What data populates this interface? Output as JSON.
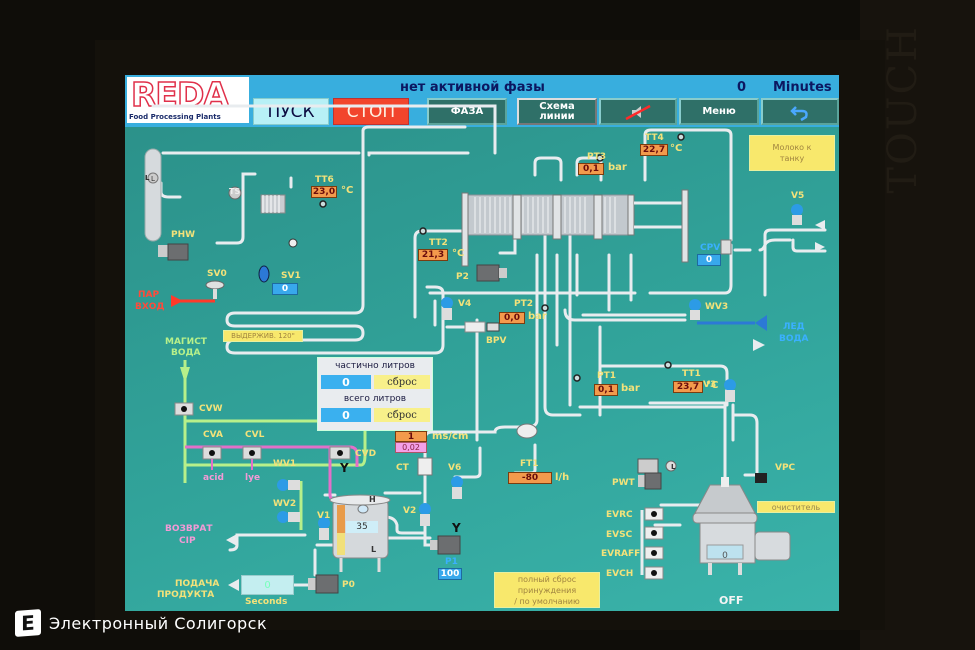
{
  "header": {
    "logo_text": "REDA",
    "logo_subtitle": "Food Processing Plants",
    "phase_status": "нет активной фазы",
    "minutes_value": "0",
    "minutes_label": "Minutes"
  },
  "toolbar": {
    "start_label": "ПУСК",
    "stop_label": "СТОП",
    "phase_label": "ФАЗА",
    "scheme_label_line1": "Схема",
    "scheme_label_line2": "линии",
    "mute_icon": "speaker-muted-icon",
    "menu_label": "Меню",
    "back_icon": "undo-arrow-icon"
  },
  "instruments": {
    "TT6": {
      "label": "TT6",
      "value": "23,0",
      "unit": "°C"
    },
    "TT4": {
      "label": "TT4",
      "value": "22,7",
      "unit": "°C"
    },
    "PT3": {
      "label": "PT3",
      "value": "0,1",
      "unit": "bar"
    },
    "TT2": {
      "label": "TT2",
      "value": "21,3",
      "unit": "°C"
    },
    "PT2": {
      "label": "PT2",
      "value": "0,0",
      "unit": "bar"
    },
    "PT1": {
      "label": "PT1",
      "value": "0,1",
      "unit": "bar"
    },
    "TT1": {
      "label": "TT1",
      "value": "23,7",
      "unit": "°C"
    },
    "FT1": {
      "label": "FT1",
      "value": "-80",
      "unit": "l/h"
    },
    "conductivity": {
      "value": "1",
      "setpoint": "0,02",
      "unit": "ms/cm"
    },
    "SV1": {
      "label": "SV1",
      "value": "0"
    },
    "CPV": {
      "label": "CPV",
      "value": "0"
    },
    "P1": {
      "label": "P1",
      "value": "100"
    },
    "tank_level": "35",
    "separator_value": "0",
    "product_seconds": {
      "value": "0",
      "unit": "Seconds"
    }
  },
  "labels": {
    "TS": "TS",
    "PHW": "PHW",
    "SV0": "SV0",
    "steam_in_line1": "ПАР",
    "steam_in_line2": "ВХОД",
    "main_water_line1": "МАГИСТ",
    "main_water_line2": "ВОДА",
    "CVW": "CVW",
    "CVA": "CVA",
    "CVL": "CVL",
    "CVD": "CVD",
    "acid": "acid",
    "lye": "lye",
    "drain_y1": "Y",
    "drain_y2": "Y",
    "WV1": "WV1",
    "WV2": "WV2",
    "V1": "V1",
    "V2": "V2",
    "V3": "V3",
    "V4": "V4",
    "V5": "V5",
    "V6": "V6",
    "WV3": "WV3",
    "BPV": "BPV",
    "P2": "P2",
    "P0": "P0",
    "CT": "CT",
    "PWT": "PWT",
    "VPC": "VPC",
    "EVRC": "EVRC",
    "EVSC": "EVSC",
    "EVRAFF": "EVRAFF",
    "EVCH": "EVCH",
    "ice_water_line1": "ЛЕД",
    "ice_water_line2": "ВОДА",
    "cip_return_line1": "ВОЗВРАТ",
    "cip_return_line2": "CIP",
    "product_feed_line1": "ПОДАЧА",
    "product_feed_line2": "ПРОДУКТА",
    "separator_state": "OFF",
    "tank_high": "H",
    "tank_low": "L",
    "level_L1": "L",
    "level_L2": "L"
  },
  "panels": {
    "milk_to_tank_line1": "Молоко к",
    "milk_to_tank_line2": "танку",
    "holding_tube": "ВЫДЕРЖИВ. 120\"",
    "cleaner": "очиститель",
    "forced_reset_line1": "полный сброс",
    "forced_reset_line2": "принуждения",
    "forced_reset_line3": "/ по умолчанию"
  },
  "counters": {
    "partial_title": "частично литров",
    "partial_value": "0",
    "total_title": "всего литров",
    "total_value": "0",
    "reset_label": "сброс"
  },
  "colors": {
    "screen_bg": "#2f9b92",
    "header_bg": "#38aede",
    "stop_red": "#f2452c",
    "value_orange": "#f39a4c",
    "value_blue": "#38a8ec",
    "label_yellow": "#f3e27a",
    "cip_pink": "#f39ad6",
    "water_green": "#b7f08a"
  },
  "watermark": {
    "logo": "Е",
    "text": "Электронный Солигорск"
  },
  "bezel_label": "TOUCH"
}
